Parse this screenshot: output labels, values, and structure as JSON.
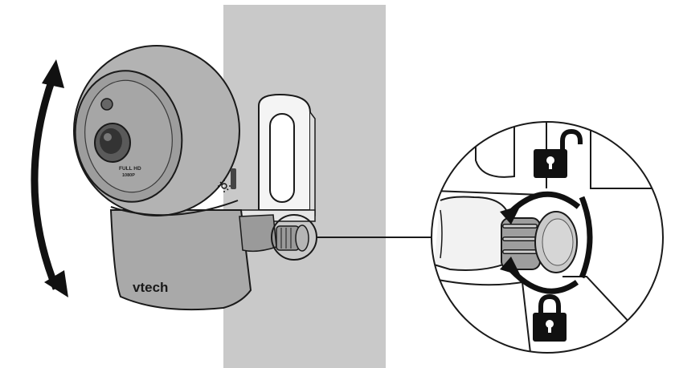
{
  "camera": {
    "brand": "vtech",
    "badge_line1": "FULL HD",
    "badge_line2": "1080P"
  },
  "icons": {
    "rotation_arrow": "double-headed-curved-arrow-icon",
    "locked": "padlock-closed-icon",
    "unlocked": "padlock-open-icon",
    "knob_rotation": "rotate-arrows-icon",
    "night_light": "sun-icon"
  },
  "colors": {
    "wall": "#c9c9c9",
    "camera_body": "#a9a9a9",
    "camera_dark": "#5a5a5a",
    "outline": "#1a1a1a",
    "icon_black": "#111111"
  }
}
